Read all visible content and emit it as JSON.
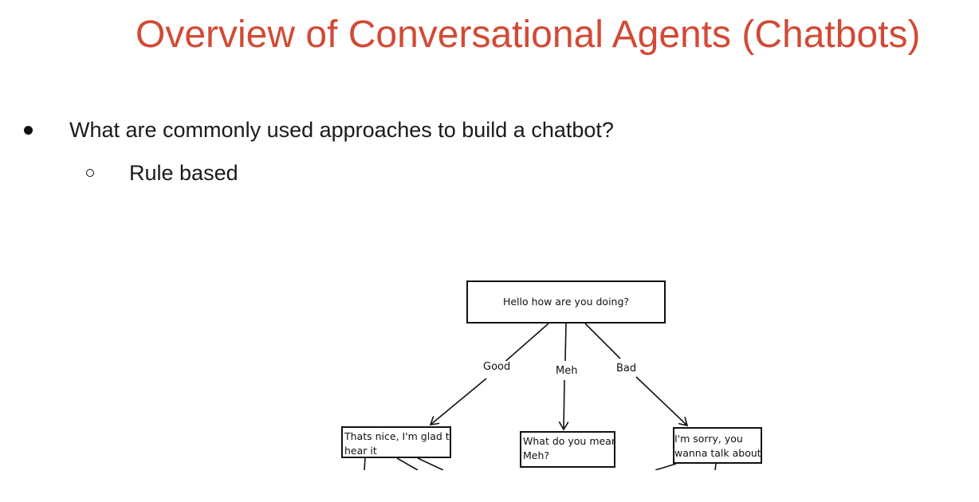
{
  "slide": {
    "title": "Overview of Conversational Agents (Chatbots)",
    "bullets": [
      {
        "text": "What are commonly used approaches to build a chatbot?",
        "level": 1
      },
      {
        "text": "Rule based",
        "level": 2
      }
    ],
    "title_color": "#d24a35"
  },
  "diagram": {
    "root": "Hello how are you doing?",
    "edges": [
      {
        "label": "Good",
        "target_text": "Thats nice, I'm glad to\nhear it"
      },
      {
        "label": "Meh",
        "target_text": "What do you mean\nMeh?"
      },
      {
        "label": "Bad",
        "target_text": "I'm sorry, you\nwanna talk about it?"
      }
    ]
  }
}
